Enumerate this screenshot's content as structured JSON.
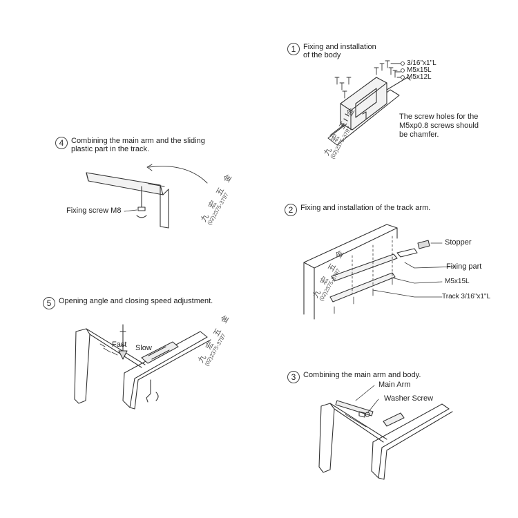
{
  "steps": [
    {
      "num": "1",
      "title": "Fixing and installation\nof the body"
    },
    {
      "num": "2",
      "title": "Fixing and installation of the track arm."
    },
    {
      "num": "3",
      "title": "Combining the main arm and body."
    },
    {
      "num": "4",
      "title": "Combining the main arm and the sliding\nplastic part in the track."
    },
    {
      "num": "5",
      "title": "Opening angle and closing speed adjustment."
    }
  ],
  "step1": {
    "screw_a": "3/16\"x1\"L",
    "screw_b": "M5x15L",
    "screw_c": "M5x12L",
    "note": "The screw holes for the\nM5xp0.8 screws should\nbe chamfer."
  },
  "step2": {
    "stopper": "Stopper",
    "fixing_part": "Fixing part",
    "screw": "M5x15L",
    "track": "Track 3/16\"x1\"L"
  },
  "step3": {
    "main_arm": "Main Arm",
    "washer": "Washer Screw"
  },
  "step4": {
    "fixing_screw": "Fixing screw M8"
  },
  "step5": {
    "fast": "Fast",
    "slow": "Slow"
  },
  "watermark": {
    "chars": "九 宏 五 金",
    "phone": "(02)2375-3797"
  }
}
